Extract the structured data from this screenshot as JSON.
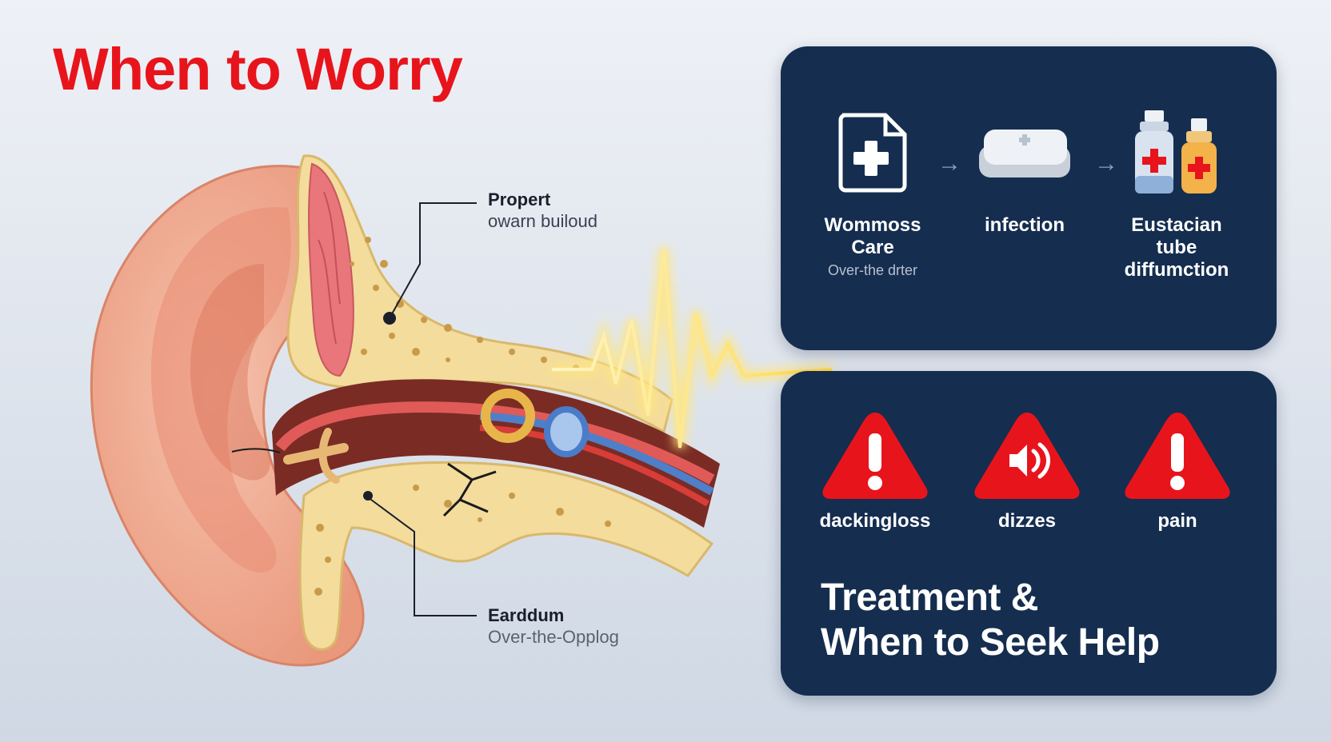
{
  "title": "When to Worry",
  "callouts": {
    "top": {
      "title": "Propert",
      "subtitle": "owarn builoud"
    },
    "bottom": {
      "title": "Earddum",
      "subtitle": "Over-the-Opplog"
    }
  },
  "steps": [
    {
      "icon": "medical-document-icon",
      "label_line1": "Wommoss",
      "label_line2": "Care",
      "sublabel": "Over-the drter"
    },
    {
      "icon": "first-aid-kit-icon",
      "label_line1": "infection"
    },
    {
      "icon": "medicine-bottles-icon",
      "label_line1": "Eustacian",
      "label_line2": "tube",
      "label_line3": "diffumction"
    }
  ],
  "warnings": [
    {
      "icon": "exclamation-warning-icon",
      "label": "dackingloss"
    },
    {
      "icon": "sound-warning-icon",
      "label": "dizzes"
    },
    {
      "icon": "exclamation-warning-icon",
      "label": "pain"
    }
  ],
  "heading": {
    "line1": "Treatment &",
    "line2": "When to Seek Help"
  },
  "colors": {
    "accent_red": "#e8141c",
    "panel_navy": "#152d4f",
    "skin": "#f0a990",
    "bone": "#f3dc9c",
    "glow": "#ffd84a"
  }
}
